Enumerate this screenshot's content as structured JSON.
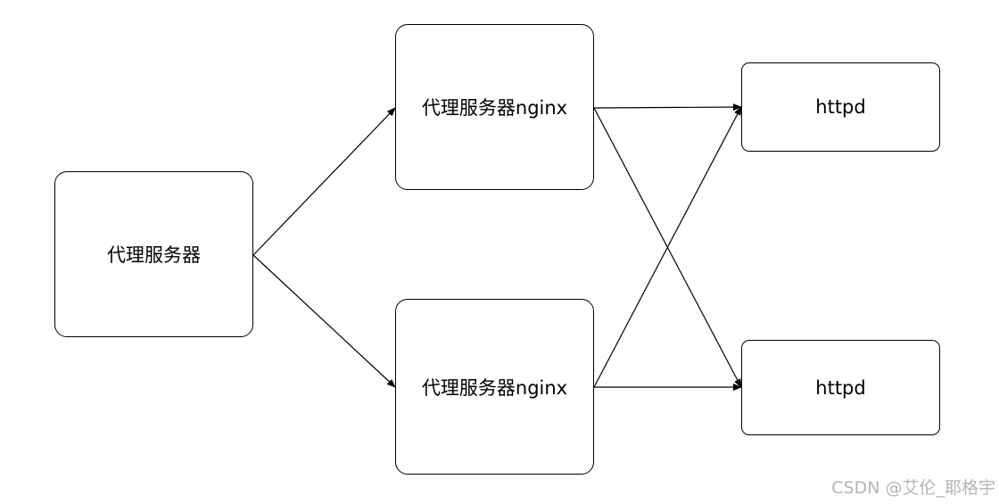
{
  "nodes": {
    "main": {
      "label": "代理服务器"
    },
    "nginx_top": {
      "label": "代理服务器nginx"
    },
    "nginx_bottom": {
      "label": "代理服务器nginx"
    },
    "httpd_top": {
      "label": "httpd"
    },
    "httpd_bottom": {
      "label": "httpd"
    }
  },
  "edges": [
    {
      "from": "main",
      "to": "nginx_top"
    },
    {
      "from": "main",
      "to": "nginx_bottom"
    },
    {
      "from": "nginx_top",
      "to": "httpd_top"
    },
    {
      "from": "nginx_top",
      "to": "httpd_bottom"
    },
    {
      "from": "nginx_bottom",
      "to": "httpd_top"
    },
    {
      "from": "nginx_bottom",
      "to": "httpd_bottom"
    }
  ],
  "watermark": "CSDN @艾伦_耶格宇",
  "colors": {
    "stroke": "#000000",
    "watermark": "#b5b5b5"
  }
}
